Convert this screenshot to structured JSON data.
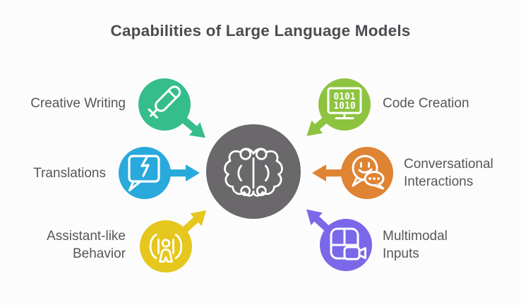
{
  "title": "Capabilities of Large Language Models",
  "colors": {
    "background": "#fdfcfd",
    "title_text": "#4d4c51",
    "label_text": "#57565a"
  },
  "center": {
    "icon": "brain-icon",
    "color": "#6a686b"
  },
  "capabilities": [
    {
      "label": "Creative Writing",
      "color": "#35bd8c",
      "icon": "pen-icon",
      "side": "left",
      "row": "top",
      "arrow_direction": "down-right"
    },
    {
      "label": "Translations",
      "color": "#29a9dc",
      "icon": "broken-speech-bubble-icon",
      "side": "left",
      "row": "middle",
      "arrow_direction": "right"
    },
    {
      "label": "Assistant-like Behavior",
      "color": "#e5c71d",
      "icon": "assistant-person-icon",
      "side": "left",
      "row": "bottom",
      "arrow_direction": "up-right"
    },
    {
      "label": "Code Creation",
      "color": "#8dc33f",
      "icon": "binary-monitor-icon",
      "side": "right",
      "row": "top",
      "arrow_direction": "down-left",
      "binary_lines": [
        "0101",
        "1010"
      ]
    },
    {
      "label": "Conversational Interactions",
      "color": "#df8433",
      "icon": "chat-bubbles-icon",
      "side": "right",
      "row": "middle",
      "arrow_direction": "left"
    },
    {
      "label": "Multimodal Inputs",
      "color": "#7a68e8",
      "icon": "grid-camera-icon",
      "side": "right",
      "row": "bottom",
      "arrow_direction": "up-left"
    }
  ]
}
